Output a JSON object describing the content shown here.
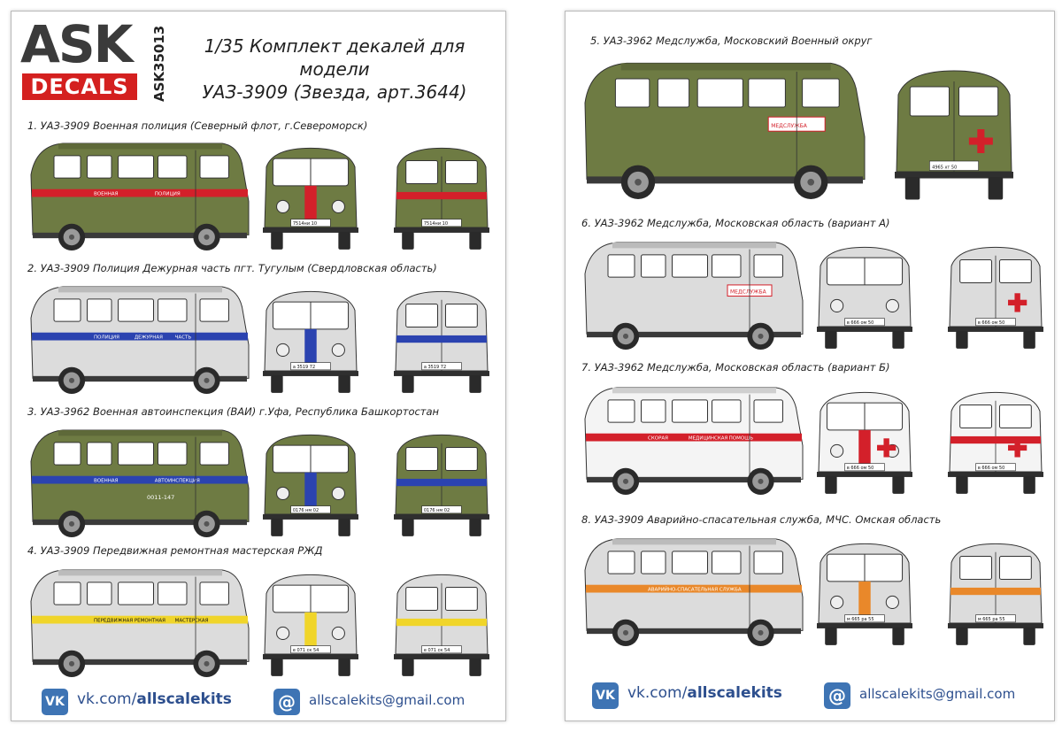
{
  "logo": {
    "brand": "ASK",
    "sub": "DECALS",
    "sku": "ASK35013"
  },
  "title": {
    "line1": "1/35 Комплект декалей для модели",
    "line2": "УАЗ-3909 (Звезда, арт.3644)"
  },
  "colors": {
    "olive": "#6e7b43",
    "grey": "#dcdcdc",
    "white": "#f4f4f4",
    "red": "#d3202a",
    "blue": "#2b43b0",
    "yellow": "#f0d52a",
    "orange": "#e9882a",
    "link": "#2d4f8e"
  },
  "sections": [
    {
      "id": 1,
      "label": "1. УАЗ-3909 Военная полиция (Северный флот, г.Североморск)",
      "color": "olive",
      "stripe": "red",
      "stripe_text": [
        "ВОЕННАЯ",
        "ПОЛИЦИЯ"
      ],
      "plate": "7514ни 10"
    },
    {
      "id": 2,
      "label": "2. УАЗ-3909 Полиция Дежурная часть пгт. Тугулым (Свердловская область)",
      "color": "grey",
      "stripe": "blue",
      "stripe_text": [
        "ПОЛИЦИЯ",
        "ДЕЖУРНАЯ",
        "ЧАСТЬ"
      ],
      "plate": "а 3519 72"
    },
    {
      "id": 3,
      "label": "3. УАЗ-3962 Военная автоинспекция (ВАИ) г.Уфа, Республика Башкортостан",
      "color": "olive",
      "stripe": "blue",
      "stripe_text": [
        "ВОЕННАЯ",
        "АВТОИНСПЕКЦИЯ"
      ],
      "plate": "0176 нм 02",
      "side_number": "0011-147"
    },
    {
      "id": 4,
      "label": "4. УАЗ-3909 Передвижная ремонтная мастерская РЖД",
      "color": "grey",
      "stripe": "yellow",
      "stripe_text": [
        "ПЕРЕДВИЖНАЯ",
        "РЕМОНТНАЯ",
        "МАСТЕРСКАЯ"
      ],
      "plate": "е 071 ск 54"
    },
    {
      "id": 5,
      "label": "5. УАЗ-3962 Медслужба, Московский Военный округ",
      "color": "olive",
      "stripe": "none",
      "stripe_text": [
        "МЕДСЛУЖБА"
      ],
      "plate": "4965 хт 50"
    },
    {
      "id": 6,
      "label": "6. УАЗ-3962 Медслужба, Московская область (вариант А)",
      "color": "grey",
      "stripe": "none",
      "stripe_text": [
        "МЕДСЛУЖБА"
      ],
      "plate": "в 666 ом 50"
    },
    {
      "id": 7,
      "label": "7. УАЗ-3962 Медслужба, Московская область (вариант Б)",
      "color": "white",
      "stripe": "red",
      "stripe_text": [
        "СКОРАЯ",
        "МЕДИЦИНСКАЯ",
        "ПОМОЩЬ"
      ],
      "plate": "в 666 ом 50"
    },
    {
      "id": 8,
      "label": "8. УАЗ-3909 Аварийно-спасательная служба, МЧС. Омская область",
      "color": "grey",
      "stripe": "orange",
      "stripe_text": [
        "АВАРИЙНО-СПАСАТЕЛЬНАЯ СЛУЖБА"
      ],
      "plate": "м 665 ра 55"
    }
  ],
  "contacts": {
    "vk_glyph": "VK",
    "vk_prefix": "vk.com/",
    "vk_name": "allscalekits",
    "at_glyph": "@",
    "email": "allscalekits@gmail.com"
  }
}
